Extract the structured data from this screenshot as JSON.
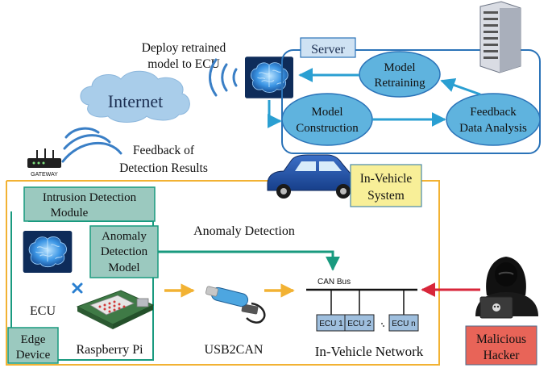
{
  "labels": {
    "deploy": [
      "Deploy retrained",
      "model to ECU"
    ],
    "internet": "Internet",
    "server": "Server",
    "model_retraining": [
      "Model",
      "Retraining"
    ],
    "model_construction": [
      "Model",
      "Construction"
    ],
    "feedback_analysis": [
      "Feedback",
      "Data Analysis"
    ],
    "feedback_results": [
      "Feedback of",
      "Detection Results"
    ],
    "gateway": "GATEWAY",
    "in_vehicle_system": [
      "In-Vehicle",
      "System"
    ],
    "intrusion_module": [
      "Intrusion Detection",
      "Module"
    ],
    "anomaly_detection": "Anomaly Detection",
    "anomaly_model": [
      "Anomaly",
      "Detection",
      "Model"
    ],
    "ecu": "ECU",
    "edge_device": [
      "Edge",
      "Device"
    ],
    "raspberry_pi": "Raspberry Pi",
    "usb2can": "USB2CAN",
    "can_bus": "CAN Bus",
    "ecu_nodes": [
      "ECU 1",
      "ECU 2",
      "ECU n"
    ],
    "in_vehicle_network": "In-Vehicle Network",
    "hacker": [
      "Malicious",
      "Hacker"
    ]
  },
  "icons": [
    "server-rack-icon",
    "brain-icon",
    "wifi-waves-icon",
    "router-icon",
    "car-icon",
    "usb2can-dongle-icon",
    "raspberry-pi-board-icon",
    "hacker-icon"
  ],
  "colors": {
    "blue_arrow": "#2a9fd2",
    "ellipse_fill": "#5fb3de",
    "server_box": "#cfe2f3",
    "orange": "#f2b233",
    "green": "#199a7f",
    "green_box": "#9bc9bf",
    "yellow_box": "#f8ef98",
    "red_box": "#e86458",
    "red_arrow": "#d8263a",
    "cloud": "#a9cdea"
  }
}
